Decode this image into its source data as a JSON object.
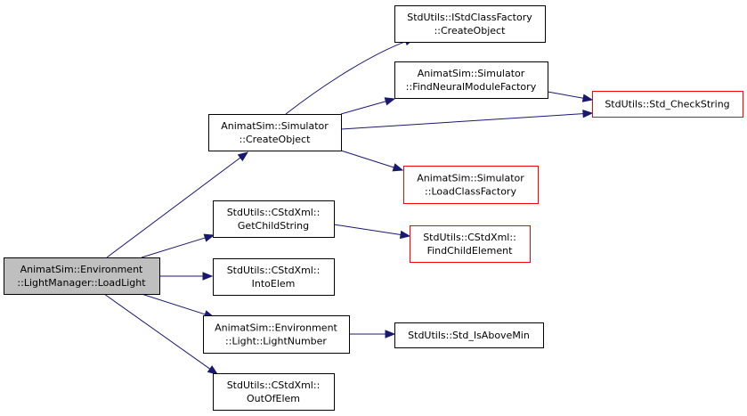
{
  "colors": {
    "edge": "#191970",
    "normal_border": "#000000",
    "truncated_border": "#ff0000",
    "root_fill": "#bfbfbf",
    "node_fill": "#ffffff"
  },
  "nodes": [
    {
      "id": "root",
      "lines": [
        "AnimatSim::Environment",
        "::LightManager::LoadLight"
      ],
      "style": "root"
    },
    {
      "id": "simulator-createobject",
      "lines": [
        "AnimatSim::Simulator",
        "::CreateObject"
      ],
      "style": "normal"
    },
    {
      "id": "istdclassfactory-createobject",
      "lines": [
        "StdUtils::IStdClassFactory",
        "::CreateObject"
      ],
      "style": "normal"
    },
    {
      "id": "simulator-findneuralmodulefactory",
      "lines": [
        "AnimatSim::Simulator",
        "::FindNeuralModuleFactory"
      ],
      "style": "normal"
    },
    {
      "id": "std-checkstring",
      "lines": [
        "StdUtils::Std_CheckString"
      ],
      "style": "truncated"
    },
    {
      "id": "simulator-loadclassfactory",
      "lines": [
        "AnimatSim::Simulator",
        "::LoadClassFactory"
      ],
      "style": "truncated"
    },
    {
      "id": "cstdxml-getchildstring",
      "lines": [
        "StdUtils::CStdXml::",
        "GetChildString"
      ],
      "style": "normal"
    },
    {
      "id": "cstdxml-findchildelement",
      "lines": [
        "StdUtils::CStdXml::",
        "FindChildElement"
      ],
      "style": "truncated"
    },
    {
      "id": "cstdxml-intoelem",
      "lines": [
        "StdUtils::CStdXml::",
        "IntoElem"
      ],
      "style": "normal"
    },
    {
      "id": "light-lightnumber",
      "lines": [
        "AnimatSim::Environment",
        "::Light::LightNumber"
      ],
      "style": "normal"
    },
    {
      "id": "std-isabovemin",
      "lines": [
        "StdUtils::Std_IsAboveMin"
      ],
      "style": "normal"
    },
    {
      "id": "cstdxml-outofelem",
      "lines": [
        "StdUtils::CStdXml::",
        "OutOfElem"
      ],
      "style": "normal"
    }
  ],
  "edges": [
    {
      "from": "root",
      "to": "simulator-createobject"
    },
    {
      "from": "root",
      "to": "cstdxml-getchildstring"
    },
    {
      "from": "root",
      "to": "cstdxml-intoelem"
    },
    {
      "from": "root",
      "to": "light-lightnumber"
    },
    {
      "from": "root",
      "to": "cstdxml-outofelem"
    },
    {
      "from": "simulator-createobject",
      "to": "istdclassfactory-createobject"
    },
    {
      "from": "simulator-createobject",
      "to": "simulator-findneuralmodulefactory"
    },
    {
      "from": "simulator-createobject",
      "to": "std-checkstring"
    },
    {
      "from": "simulator-createobject",
      "to": "simulator-loadclassfactory"
    },
    {
      "from": "simulator-findneuralmodulefactory",
      "to": "std-checkstring"
    },
    {
      "from": "cstdxml-getchildstring",
      "to": "cstdxml-findchildelement"
    },
    {
      "from": "light-lightnumber",
      "to": "std-isabovemin"
    }
  ]
}
